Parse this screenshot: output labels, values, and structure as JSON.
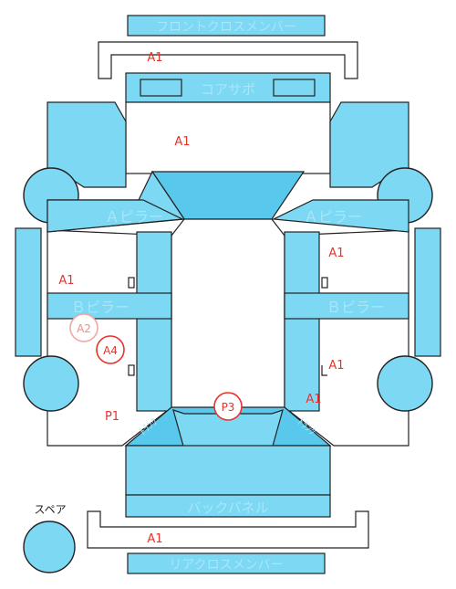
{
  "parts": {
    "front_cross_member": "フロントクロスメンバー",
    "core_support": "コアサポ",
    "a_pillar_left": "Ａピラー",
    "a_pillar_right": "Ａピラー",
    "b_pillar_left": "Ｂピラー",
    "b_pillar_right": "Ｂピラー",
    "back_panel": "バックパネル",
    "rear_cross_member": "リアクロスメンバー",
    "spare": "スペア",
    "trunk_floor_left": "ﾄﾗﾝｸ",
    "trunk_floor_right": "ﾄﾗﾝｸ"
  },
  "grades": {
    "front_member": "A1",
    "hood_area": "A1",
    "right_front_door": "A1",
    "left_front_door": "A1",
    "left_rear_door_faint": "A2",
    "left_rear_door": "A4",
    "right_rear_door": "A1",
    "right_rear_quarter": "A1",
    "left_rear_quarter": "P1",
    "trunk_lid": "P3",
    "rear_member": "A1"
  }
}
